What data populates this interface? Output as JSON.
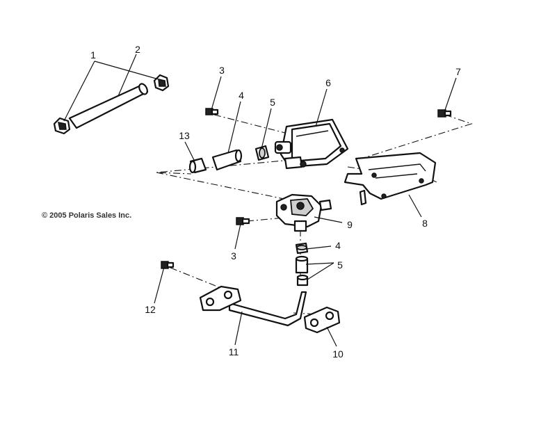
{
  "callouts": {
    "c1": "1",
    "c2": "2",
    "c3a": "3",
    "c3b": "3",
    "c4a": "4",
    "c4b": "4",
    "c5a": "5",
    "c5b": "5",
    "c6": "6",
    "c7": "7",
    "c8": "8",
    "c9": "9",
    "c10": "10",
    "c11": "11",
    "c12": "12",
    "c13": "13"
  },
  "copyright": "© 2005 Polaris Sales Inc."
}
